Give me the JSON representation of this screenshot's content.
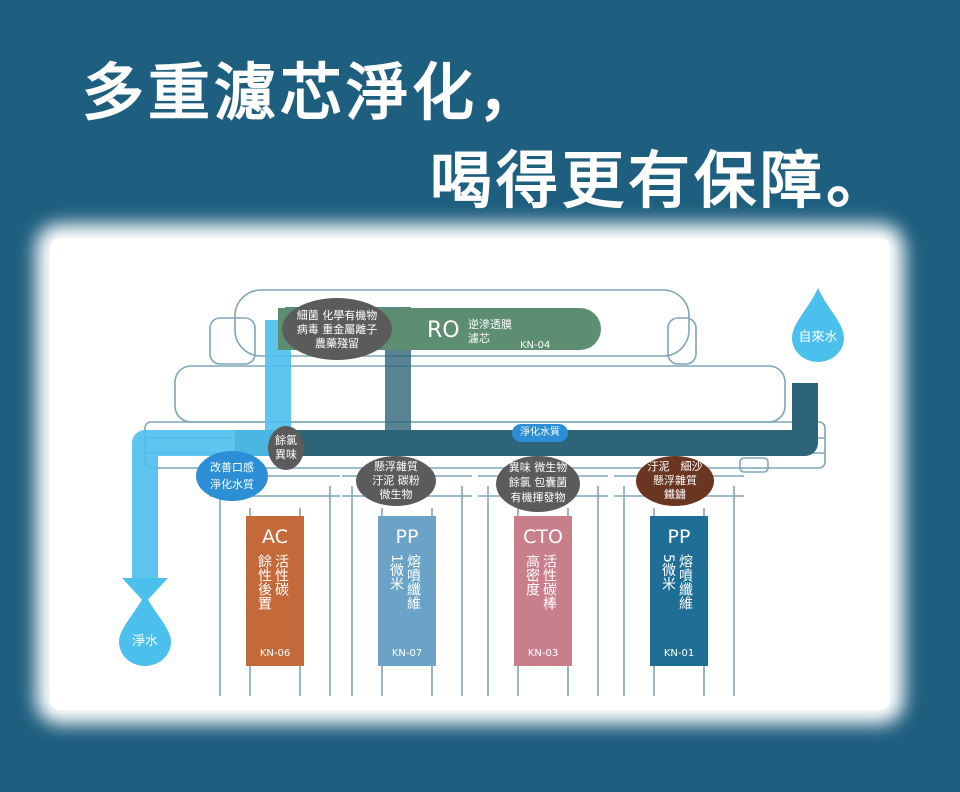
{
  "headline": {
    "line1": "多重濾芯淨化，",
    "line2": "喝得更有保障。"
  },
  "colors": {
    "background": "#1e5e7e",
    "outline": "#7fa6b8",
    "dirty_pipe": "#2e6478",
    "clean_pipe": "#4cc0ec",
    "ac": "#c46a3a",
    "pp7": "#6ba3c8",
    "cto": "#c97e8c",
    "pp1": "#1f6e96",
    "ro": "#5e8e72"
  },
  "drops": {
    "tap_water": "自來水",
    "pure_water": "淨水"
  },
  "ro": {
    "name": "RO",
    "desc1": "逆滲透膜",
    "desc2": "濾芯",
    "code": "KN-04",
    "bubble": [
      "細菌 化學有機物",
      "病毒 重金屬離子",
      "農藥殘留"
    ]
  },
  "purify_tag": "淨化水質",
  "bubbles": {
    "taste": [
      "改善口感",
      "淨化水質"
    ],
    "chlorine": [
      "餘氯",
      "異味"
    ],
    "pp7": [
      "懸浮雜質",
      "汙泥 碳粉",
      "微生物"
    ],
    "cto": [
      "異味 微生物",
      "餘氯 包囊菌",
      "有機揮發物"
    ],
    "pp1": [
      "汙泥　細沙",
      "懸浮雜質",
      "鐵鏽"
    ]
  },
  "filters": [
    {
      "name": "AC",
      "desc": [
        "活性碳",
        "餘性後置"
      ],
      "code": "KN-06"
    },
    {
      "name": "PP",
      "desc": [
        "熔噴纖維",
        "1微米"
      ],
      "code": "KN-07"
    },
    {
      "name": "CTO",
      "desc": [
        "活性碳棒",
        "高密度"
      ],
      "code": "KN-03"
    },
    {
      "name": "PP",
      "desc": [
        "熔噴纖維",
        "5微米"
      ],
      "code": "KN-01"
    }
  ]
}
